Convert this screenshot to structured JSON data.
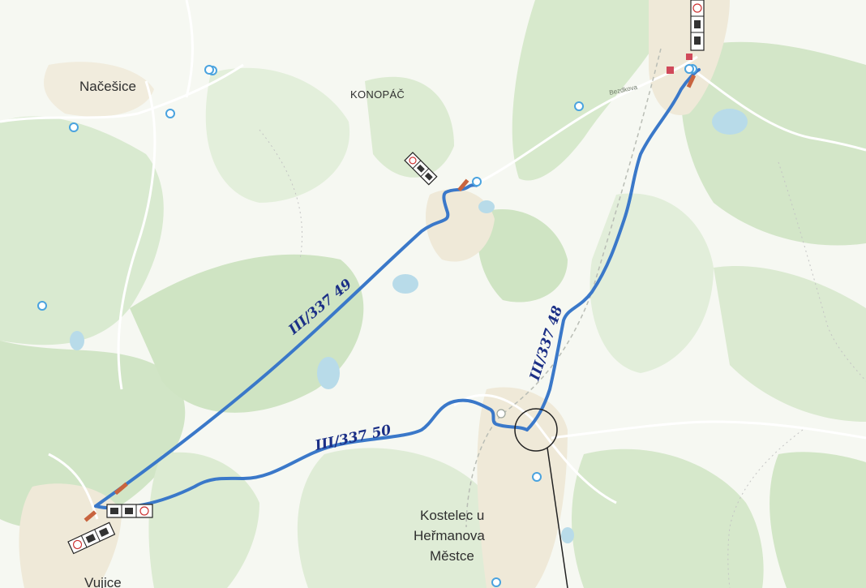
{
  "map": {
    "places": {
      "nacesice": "Načešice",
      "konopac": "KONOPÁČ",
      "kostelec_line1": "Kostelec u",
      "kostelec_line2": "Heřmanova",
      "kostelec_line3": "Městce",
      "vujice": "Vujice"
    },
    "road_labels": {
      "bezdekov": "Bezdkova"
    },
    "routes": [
      {
        "id": "route-33749",
        "label": "III/337 49",
        "color": "#3a78c9"
      },
      {
        "id": "route-33748",
        "label": "III/337 48",
        "color": "#3a78c9"
      },
      {
        "id": "route-33750",
        "label": "III/337 50",
        "color": "#3a78c9"
      }
    ],
    "colors": {
      "forest": "#d9ead0",
      "forest_dark": "#c9e1bd",
      "field": "#f6f8f2",
      "water": "#b8dbe9",
      "route": "#3a78c9",
      "handwriting": "#1b2f86",
      "closure_marker": "#c8643f",
      "bus_stop": "#4aa3df"
    }
  }
}
